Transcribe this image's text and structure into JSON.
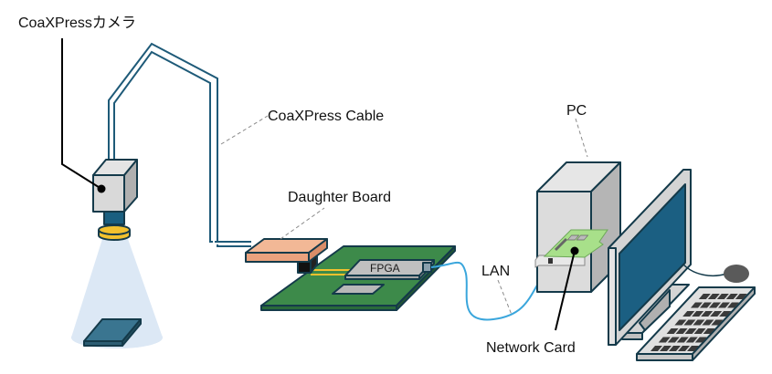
{
  "diagram": {
    "title": "CoaXPress camera to PC system diagram",
    "labels": {
      "camera": "CoaXPressカメラ",
      "coaxpress_cable": "CoaXPress Cable",
      "daughter_board": "Daughter Board",
      "fpga": "FPGA",
      "lan": "LAN",
      "pc": "PC",
      "network_card": "Network Card"
    },
    "colors": {
      "outline": "#143a4a",
      "cable_coax": "#1e5a78",
      "cable_lan": "#3aa6dc",
      "camera_body": "#d9d9d9",
      "camera_side": "#b0b0b0",
      "lens": "#1a5f80",
      "lens_ring": "#f2c12e",
      "light_cone": "#dce8f5",
      "object": "#3a7590",
      "daughter_board": "#f2b896",
      "pcb": "#3d8a4a",
      "pcb_edge": "#2a6a3a",
      "fpga_chip": "#b8b8b8",
      "connector_traces": "#f2c12e",
      "pc_case": "#dcdcdc",
      "pc_side": "#b5b5b5",
      "network_card": "#a8e08a",
      "monitor_screen": "#1b5f82",
      "monitor_frame": "#d4d4d4",
      "keyboard": "#e0e0e0",
      "keys": "#3a3a3a",
      "mouse": "#5a5a5a"
    }
  }
}
